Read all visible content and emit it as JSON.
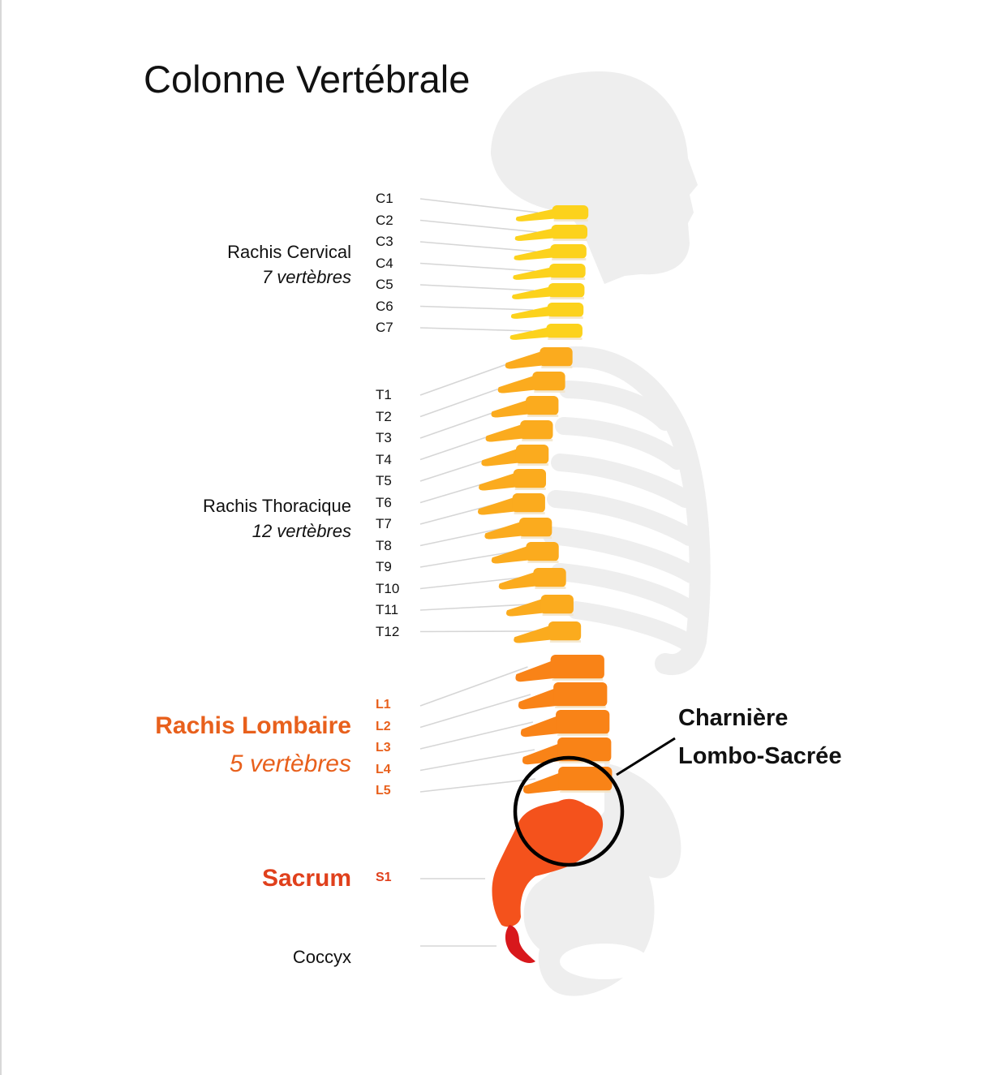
{
  "title": "Colonne Vertébrale",
  "regions": {
    "cervical": {
      "name": "Rachis Cervical",
      "count": "7 vertèbres"
    },
    "thoracic": {
      "name": "Rachis Thoracique",
      "count": "12 vertèbres"
    },
    "lumbar": {
      "name": "Rachis Lombaire",
      "count": "5 vertèbres"
    },
    "sacrum": {
      "name": "Sacrum"
    },
    "coccyx": {
      "name": "Coccyx"
    }
  },
  "vertebrae": {
    "cervical": [
      "C1",
      "C2",
      "C3",
      "C4",
      "C5",
      "C6",
      "C7"
    ],
    "thoracic": [
      "T1",
      "T2",
      "T3",
      "T4",
      "T5",
      "T6",
      "T7",
      "T8",
      "T9",
      "T10",
      "T11",
      "T12"
    ],
    "lumbar": [
      "L1",
      "L2",
      "L3",
      "L4",
      "L5"
    ],
    "sacral": [
      "S1"
    ]
  },
  "callout": {
    "line1": "Charnière",
    "line2": "Lombo-Sacrée"
  },
  "colors": {
    "cervical": "#fcd21c",
    "thoracic": "#fbab1e",
    "lumbar": "#f98317",
    "sacrum": "#f4521c",
    "coccyx": "#d8181c",
    "silhouette": "#eeeeee",
    "lumbar_text": "#e8601c",
    "sacrum_text": "#e0401c"
  }
}
